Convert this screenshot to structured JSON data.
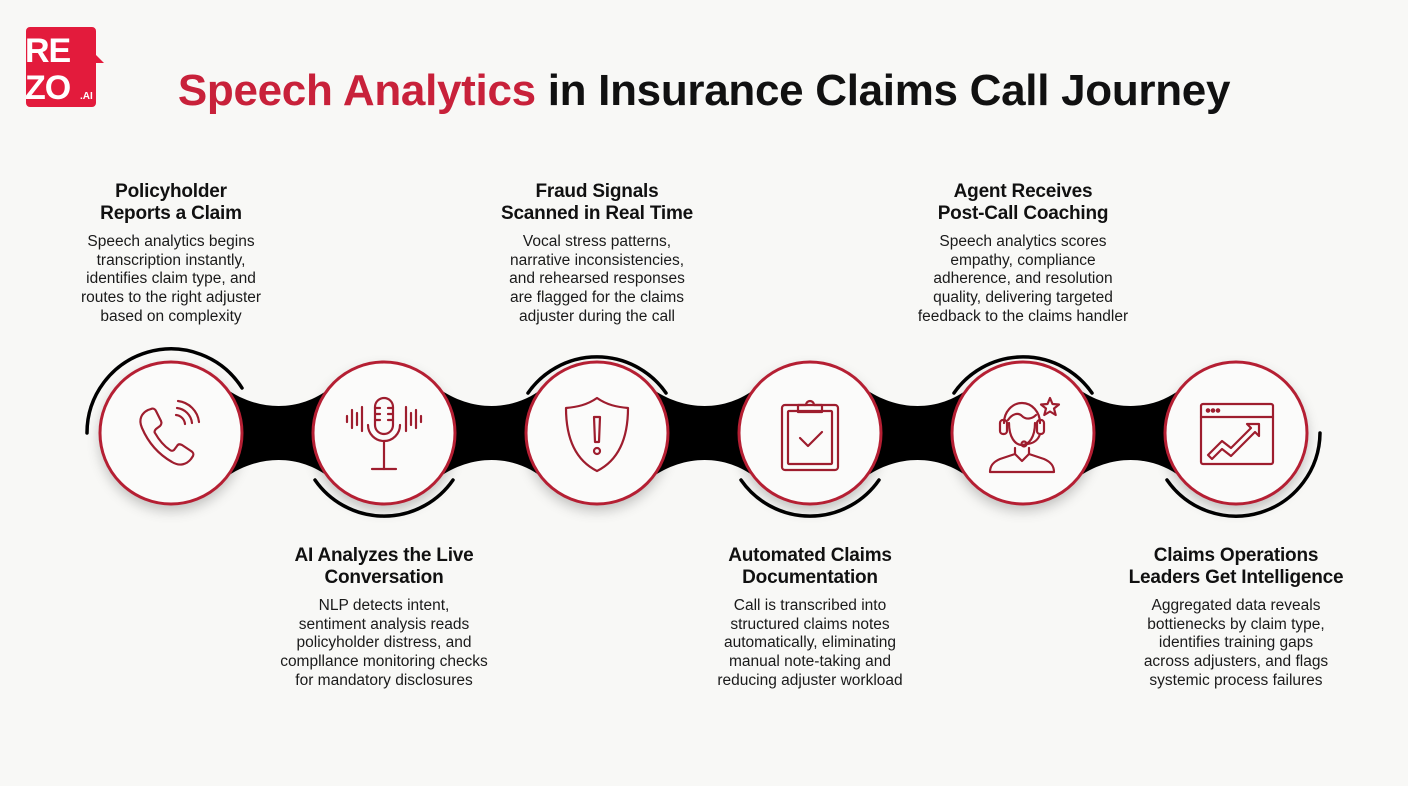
{
  "brand": {
    "logo_line1": "RE",
    "logo_line2": "ZO",
    "logo_suffix": ".AI",
    "logo_color": "#e31b3c"
  },
  "title": {
    "accent": "Speech Analytics",
    "rest": " in Insurance Claims Call Journey",
    "accent_color": "#c8213a",
    "text_color": "#111111"
  },
  "colors": {
    "ring": "#b51f33",
    "icon": "#9e1d2e",
    "connector": "#000000",
    "background": "#f8f8f6"
  },
  "steps": [
    {
      "position": "top",
      "icon": "phone-call-icon",
      "title_lines": [
        "Policyholder",
        "Reports a Claim"
      ],
      "body_lines": [
        "Speech analytics begins",
        "transcription instantly,",
        "identifies claim type, and",
        "routes to the right adjuster",
        "based on complexity"
      ]
    },
    {
      "position": "bottom",
      "icon": "microphone-waveform-icon",
      "title_lines": [
        "AI Analyzes the Live",
        "Conversation"
      ],
      "body_lines": [
        "NLP detects intent,",
        "sentiment analysis reads",
        "policyholder distress, and",
        "compllance monitoring checks",
        "for mandatory disclosures"
      ]
    },
    {
      "position": "top",
      "icon": "shield-alert-icon",
      "title_lines": [
        "Fraud Signals",
        "Scanned in Real Time"
      ],
      "body_lines": [
        "Vocal stress patterns,",
        "narrative inconsistencies,",
        "and rehearsed responses",
        "are flagged for the claims",
        "adjuster during the call"
      ]
    },
    {
      "position": "bottom",
      "icon": "clipboard-check-icon",
      "title_lines": [
        "Automated Claims",
        "Documentation"
      ],
      "body_lines": [
        "Call is transcribed into",
        "structured claims notes",
        "automatically, eliminating",
        "manual note-taking and",
        "reducing adjuster workload"
      ]
    },
    {
      "position": "top",
      "icon": "agent-headset-star-icon",
      "title_lines": [
        "Agent Receives",
        "Post-Call Coaching"
      ],
      "body_lines": [
        "Speech analytics scores",
        "empathy, compliance",
        "adherence, and resolution",
        "quality, delivering targeted",
        "feedback to the claims handler"
      ]
    },
    {
      "position": "bottom",
      "icon": "dashboard-trend-up-icon",
      "title_lines": [
        "Claims Operations",
        "Leaders Get Intelligence"
      ],
      "body_lines": [
        "Aggregated data reveals",
        "bottienecks by claim type,",
        "identifies training gaps",
        "across adjusters, and flags",
        "systemic process failures"
      ]
    }
  ]
}
